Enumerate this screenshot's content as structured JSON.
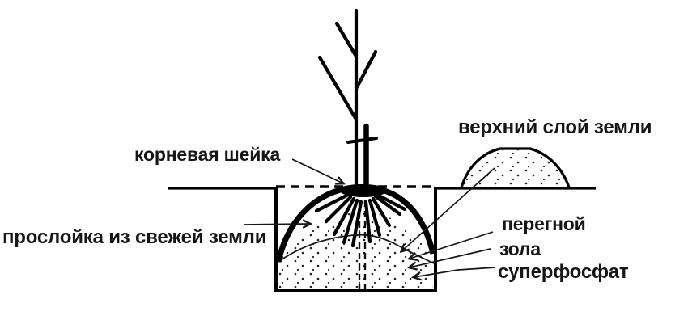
{
  "diagram": {
    "description_labels": {
      "root_collar": "корневая шейка",
      "fresh_soil_layer": "прослойка из свежей земли",
      "top_soil": "верхний слой земли",
      "humus": "перегной",
      "ash": "зола",
      "superphosphate": "суперфосфат"
    },
    "colors": {
      "background": "#ffffff",
      "ink": "#000000",
      "text": "#161616",
      "thin_line": "#1a1a1a",
      "stipple_dot": "#222222"
    }
  }
}
